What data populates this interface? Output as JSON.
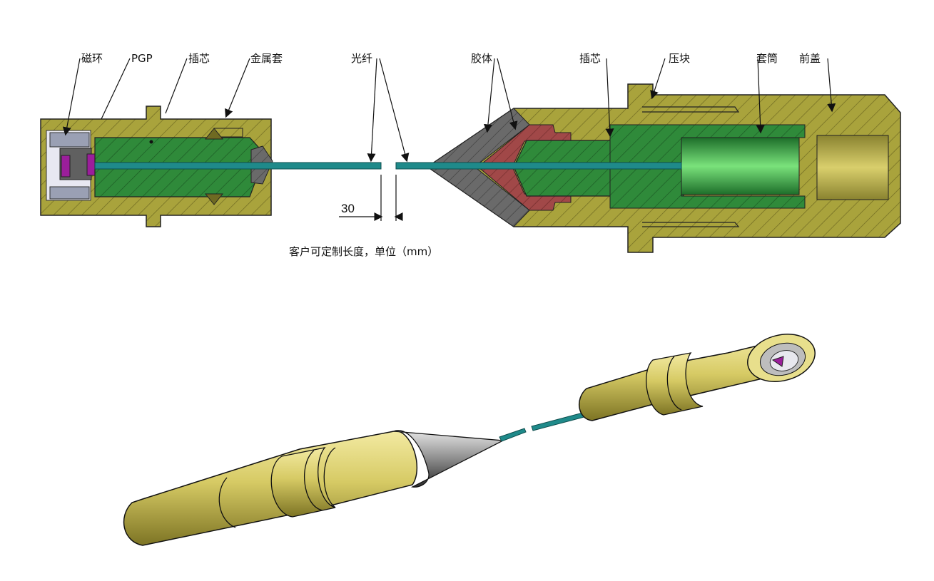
{
  "labels": {
    "ci_huan": "磁环",
    "pgp": "PGP",
    "cha_xin_left": "插芯",
    "jin_shu_tao": "金属套",
    "guang_xian": "光纤",
    "jiao_ti": "胶体",
    "cha_xin_right": "插芯",
    "ya_kuai": "压块",
    "tao_tong": "套筒",
    "qian_gai": "前盖"
  },
  "dimension": {
    "gap_value": "30"
  },
  "caption": "客户可定制长度，单位（mm）",
  "colors": {
    "brass": "#a9a33c",
    "brass_dark": "#8c8530",
    "green": "#2f8a3a",
    "green_light": "#66d46a",
    "fiber": "#1f8a8a",
    "colloid_red": "#a14848",
    "gray": "#5a5a5a",
    "magenta": "#9b1e9b",
    "render_gold": "#d9cd6a"
  }
}
